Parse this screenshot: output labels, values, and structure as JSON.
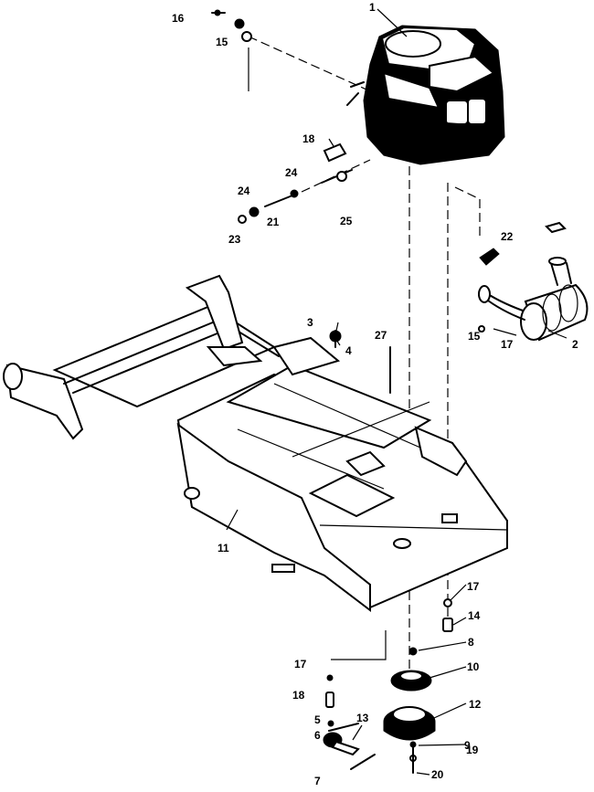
{
  "callouts": [
    {
      "id": "c1",
      "text": "1"
    },
    {
      "id": "c2",
      "text": "2"
    },
    {
      "id": "c3",
      "text": "3"
    },
    {
      "id": "c4",
      "text": "4"
    },
    {
      "id": "c5",
      "text": "5"
    },
    {
      "id": "c6",
      "text": "6"
    },
    {
      "id": "c7",
      "text": "7"
    },
    {
      "id": "c8",
      "text": "8"
    },
    {
      "id": "c9",
      "text": "9"
    },
    {
      "id": "c10",
      "text": "10"
    },
    {
      "id": "c11",
      "text": "11"
    },
    {
      "id": "c12",
      "text": "12"
    },
    {
      "id": "c13",
      "text": "13"
    },
    {
      "id": "c14",
      "text": "14"
    },
    {
      "id": "c15a",
      "text": "15"
    },
    {
      "id": "c15b",
      "text": "15"
    },
    {
      "id": "c16",
      "text": "16"
    },
    {
      "id": "c17a",
      "text": "17"
    },
    {
      "id": "c17b",
      "text": "17"
    },
    {
      "id": "c17c",
      "text": "17"
    },
    {
      "id": "c18a",
      "text": "18"
    },
    {
      "id": "c18b",
      "text": "18"
    },
    {
      "id": "c19",
      "text": "19"
    },
    {
      "id": "c20",
      "text": "20"
    },
    {
      "id": "c21",
      "text": "21"
    },
    {
      "id": "c22",
      "text": "22"
    },
    {
      "id": "c23",
      "text": "23"
    },
    {
      "id": "c24a",
      "text": "24"
    },
    {
      "id": "c24b",
      "text": "24"
    },
    {
      "id": "c25",
      "text": "25"
    },
    {
      "id": "c27",
      "text": "27"
    }
  ]
}
